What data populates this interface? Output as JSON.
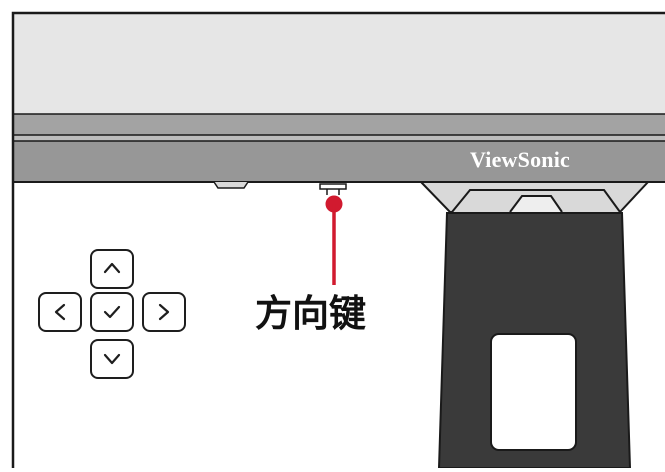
{
  "brand_logo": "ViewSonic",
  "callout_label": "方向键",
  "accent_color": "#d11a2f",
  "bezel_color": "#9b9b9b",
  "screen_color": "#e6e6e6",
  "stand_color": "#3a3a3a",
  "joystick_keys": [
    {
      "direction": "up",
      "icon": "chevron-up-icon"
    },
    {
      "direction": "left",
      "icon": "chevron-left-icon"
    },
    {
      "direction": "center",
      "icon": "checkmark-icon"
    },
    {
      "direction": "right",
      "icon": "chevron-right-icon"
    },
    {
      "direction": "down",
      "icon": "chevron-down-icon"
    }
  ]
}
